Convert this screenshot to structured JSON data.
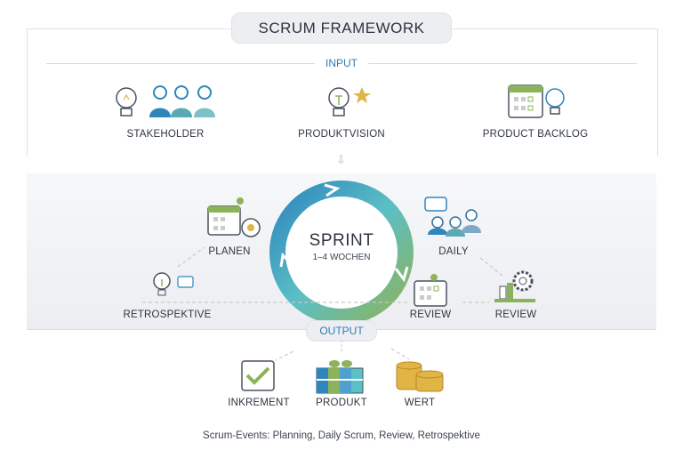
{
  "title": "SCRUM FRAMEWORK",
  "input": {
    "label": "INPUT",
    "items": [
      "STAKEHOLDER",
      "PRODUKTVISION",
      "PRODUCT BACKLOG"
    ]
  },
  "sprint": {
    "title": "SPRINT",
    "duration": "1–4 WOCHEN",
    "events": {
      "plan": "PLANEN",
      "daily": "DAILY",
      "review1": "REVIEW",
      "review2": "REVIEW",
      "retro": "RETROSPEKTIVE"
    }
  },
  "output": {
    "label": "OUTPUT",
    "items": [
      "INKREMENT",
      "PRODUKT",
      "WERT"
    ]
  },
  "footer": "Scrum-Events: Planning, Daily Scrum, Review, Retrospektive",
  "colors": {
    "blue": "#2f86bd",
    "green": "#8db35a",
    "teal": "#5bbfc6",
    "gold": "#e0b445"
  }
}
